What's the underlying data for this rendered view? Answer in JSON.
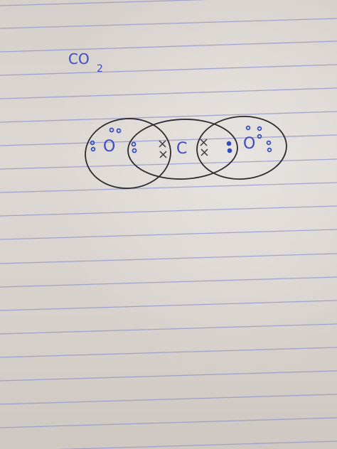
{
  "formula": {
    "main": "CO",
    "subscript": "2"
  },
  "atoms": {
    "left": "O",
    "center": "C",
    "right": "O"
  },
  "colors": {
    "paper": "#d9d4d0",
    "ruled_line": "#8c90c8",
    "blue_ink": "#3b4cc2",
    "pencil": "#2d2a2d"
  }
}
